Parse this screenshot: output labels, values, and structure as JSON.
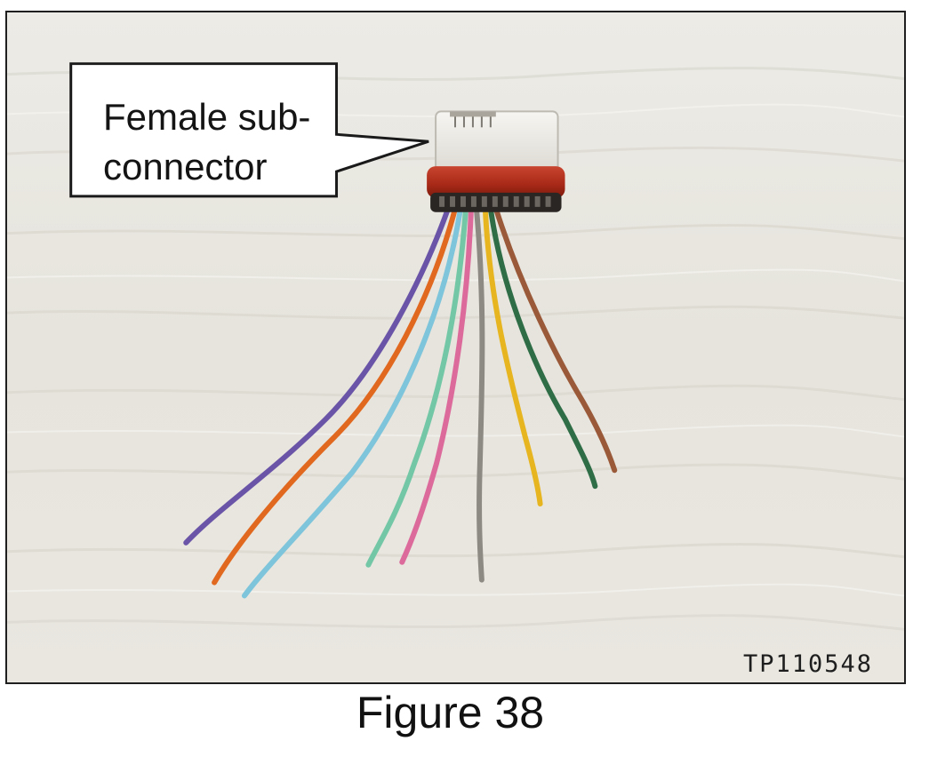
{
  "figure": {
    "callout": {
      "line1": "Female sub-",
      "line2": "connector"
    },
    "image_code": "TP110548",
    "caption": "Figure 38"
  },
  "colors": {
    "background_cloth": "#e9e7e0",
    "connector_body": "#ece9e2",
    "connector_seal": "#b5301d",
    "wires": [
      "#6a54a8",
      "#e0681f",
      "#7ec4da",
      "#74c7a6",
      "#dc6b9c",
      "#8d8a84",
      "#e6b520",
      "#2f6d47",
      "#9a5a3a"
    ]
  }
}
